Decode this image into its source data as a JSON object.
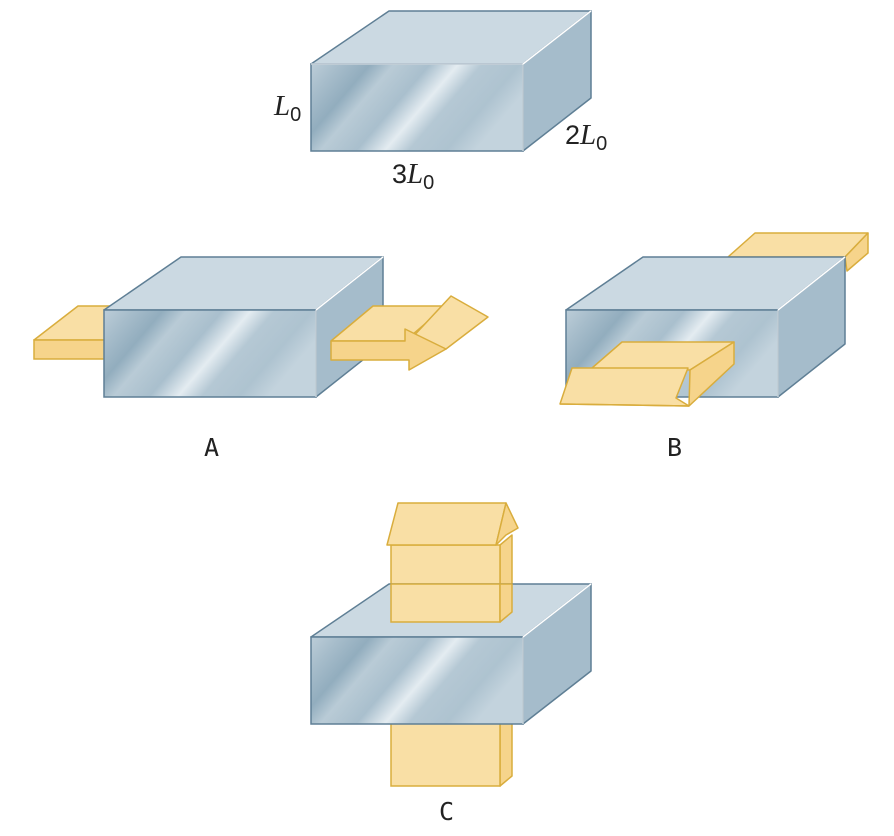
{
  "dimensions": {
    "height": {
      "symbol": "L",
      "subscript": "0"
    },
    "depth": {
      "coef": "2",
      "symbol": "L",
      "subscript": "0"
    },
    "width": {
      "coef": "3",
      "symbol": "L",
      "subscript": "0"
    }
  },
  "captions": {
    "a": "A",
    "b": "B",
    "c": "C"
  },
  "colors": {
    "block_front_base": "#b7c8d3",
    "block_top": "#cbd9e2",
    "block_side": "#a5bccb",
    "block_edge": "#5f7f95",
    "force_fill": "#f9dfa5",
    "force_stroke": "#d9ad3d"
  }
}
